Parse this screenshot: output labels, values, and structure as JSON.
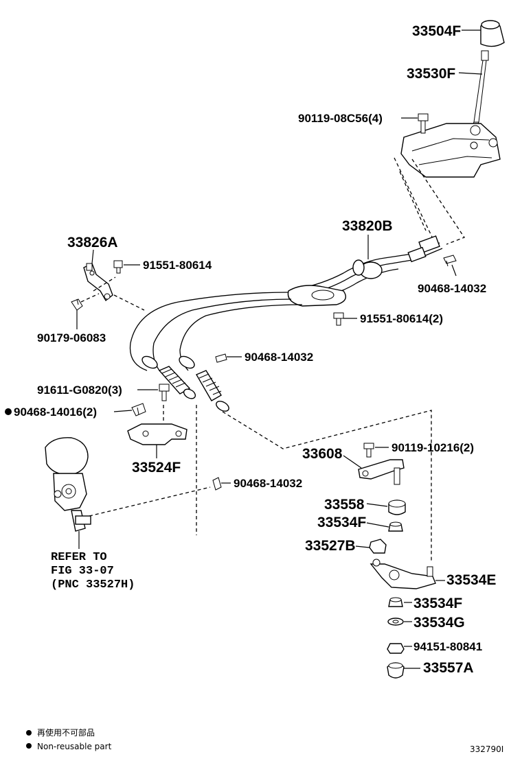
{
  "parts": {
    "shift_knob": "33504F",
    "shift_lever": "33530F",
    "bolt_top": "90119-08C56(4)",
    "cable_assy": "33820B",
    "clip_right": "90468-14032",
    "bolt_mid_right": "91551-80614(2)",
    "bracket_left": "33826A",
    "bolt_left": "91551-80614",
    "clip_left": "90179-06083",
    "clip_center": "90468-14032",
    "bolt_bracket": "91611-G0820(3)",
    "clip_nonreusable": "90468-14016(2)",
    "bracket_lower": "33524F",
    "clip_lower": "90468-14032",
    "lever_33608": "33608",
    "bolt_33608": "90119-10216(2)",
    "bushing_33558": "33558",
    "bushing_33534f_a": "33534F",
    "retainer_33527b": "33527B",
    "lever_33534e": "33534E",
    "bushing_33534f_b": "33534F",
    "washer_33534g": "33534G",
    "nut_94151": "94151-80841",
    "bushing_33557a": "33557A"
  },
  "refer": {
    "line1": "REFER TO",
    "line2": "FIG 33-07",
    "line3": "(PNC 33527H)"
  },
  "legend": {
    "line1": "再使用不可部品",
    "line2": "Non-reusable part"
  },
  "figure_id": "332790I"
}
